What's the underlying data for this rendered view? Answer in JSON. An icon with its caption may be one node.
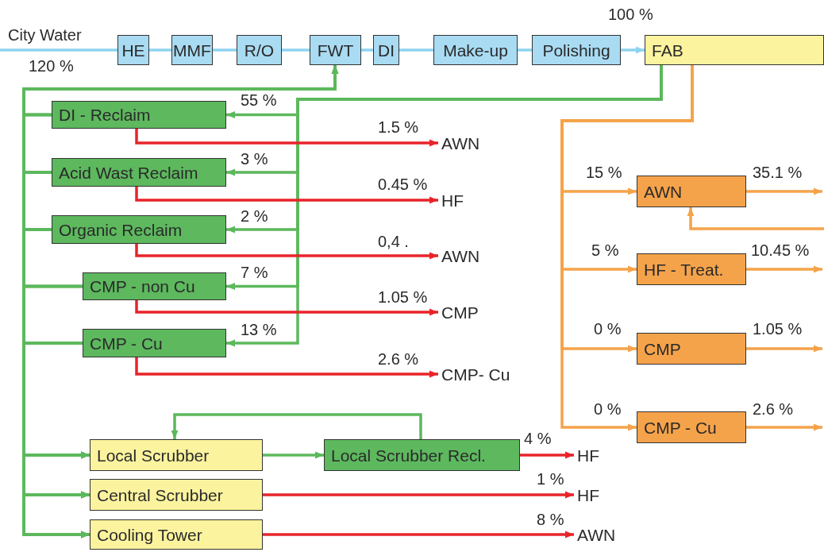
{
  "diagram": {
    "nodes": [
      {
        "text": [
          "HE"
        ]
      },
      {
        "text": [
          "MMF"
        ]
      },
      {
        "text": [
          "R/O"
        ]
      },
      {
        "text": [
          "FWT"
        ]
      },
      {
        "text": [
          "DI"
        ]
      },
      {
        "text": [
          "Make-up"
        ]
      },
      {
        "text": [
          "Polishing"
        ]
      },
      {
        "text": [
          "FAB"
        ]
      },
      {
        "text": [
          "DI - Reclaim"
        ]
      },
      {
        "text": [
          "Acid Wast Reclaim"
        ]
      },
      {
        "text": [
          "Organic Reclaim"
        ]
      },
      {
        "text": [
          "CMP - non Cu"
        ]
      },
      {
        "text": [
          "CMP - Cu"
        ]
      },
      {
        "text": [
          "AWN"
        ]
      },
      {
        "text": [
          "HF"
        ]
      },
      {
        "text": [
          "AWN"
        ]
      },
      {
        "text": [
          "CMP"
        ]
      },
      {
        "text": [
          "CMP- Cu"
        ]
      },
      {
        "text": [
          "AWN"
        ]
      },
      {
        "text": [
          "HF - Treat."
        ]
      },
      {
        "text": [
          "CMP"
        ]
      },
      {
        "text": [
          "CMP - Cu"
        ]
      },
      {
        "text": [
          "Local Scrubber"
        ]
      },
      {
        "text": [
          "Local Scrubber Recl."
        ]
      },
      {
        "text": [
          "Central Scrubber"
        ]
      },
      {
        "text": [
          "Cooling Tower"
        ]
      },
      {
        "text": [
          "HF"
        ]
      },
      {
        "text": [
          "HF"
        ]
      },
      {
        "text": [
          "AWN"
        ]
      }
    ],
    "edges": [
      {
        "from": null,
        "to": 0,
        "arrow": "none",
        "color": "#8fd3f0"
      },
      {
        "from": 0,
        "to": 1,
        "arrow": "none",
        "color": "#8fd3f0"
      },
      {
        "from": 1,
        "to": 2,
        "arrow": "none",
        "color": "#8fd3f0"
      },
      {
        "from": 2,
        "to": 3,
        "arrow": "none",
        "color": "#8fd3f0"
      },
      {
        "from": 3,
        "to": 4,
        "arrow": "none",
        "color": "#8fd3f0"
      },
      {
        "from": 4,
        "to": 5,
        "arrow": "none",
        "color": "#8fd3f0"
      },
      {
        "from": 5,
        "to": 6,
        "arrow": "none",
        "color": "#8fd3f0"
      },
      {
        "from": 6,
        "to": 7,
        "arrow": "to",
        "color": "#8fd3f0"
      },
      {
        "from": 7,
        "to": 8,
        "arrow": "to",
        "label": "55 %"
      },
      {
        "from": 7,
        "to": 9,
        "arrow": "to",
        "label": "3 %"
      },
      {
        "from": 7,
        "to": 10,
        "arrow": "to",
        "label": "2 %"
      },
      {
        "from": 7,
        "to": 11,
        "arrow": "to",
        "label": "7 %"
      },
      {
        "from": 7,
        "to": 12,
        "arrow": "to",
        "label": "13 %"
      },
      {
        "from": 8,
        "to": 13,
        "arrow": "to",
        "label": "1.5 %",
        "color": "#e8242a"
      },
      {
        "from": 9,
        "to": 14,
        "arrow": "to",
        "label": "0.45 %",
        "color": "#e8242a"
      },
      {
        "from": 10,
        "to": 15,
        "arrow": "to",
        "label": "0,4 .",
        "color": "#e8242a"
      },
      {
        "from": 11,
        "to": 16,
        "arrow": "to",
        "label": "1.05 %",
        "color": "#e8242a"
      },
      {
        "from": 12,
        "to": 17,
        "arrow": "to",
        "label": "2.6 %",
        "color": "#e8242a"
      },
      {
        "from": 8,
        "to": 3,
        "arrow": "to"
      },
      {
        "from": 9,
        "to": 3,
        "arrow": "to"
      },
      {
        "from": 10,
        "to": 3,
        "arrow": "to"
      },
      {
        "from": 11,
        "to": 3,
        "arrow": "to"
      },
      {
        "from": 12,
        "to": 3,
        "arrow": "to"
      },
      {
        "from": 8,
        "to": 22,
        "arrow": "to"
      },
      {
        "from": 9,
        "to": 22,
        "arrow": "to"
      },
      {
        "from": 10,
        "to": 22,
        "arrow": "to"
      },
      {
        "from": 11,
        "to": 22,
        "arrow": "to"
      },
      {
        "from": 12,
        "to": 22,
        "arrow": "to"
      },
      {
        "from": 8,
        "to": 24,
        "arrow": "to"
      },
      {
        "from": 9,
        "to": 24,
        "arrow": "to"
      },
      {
        "from": 10,
        "to": 24,
        "arrow": "to"
      },
      {
        "from": 11,
        "to": 24,
        "arrow": "to"
      },
      {
        "from": 12,
        "to": 24,
        "arrow": "to"
      },
      {
        "from": 8,
        "to": 25,
        "arrow": "to"
      },
      {
        "from": 9,
        "to": 25,
        "arrow": "to"
      },
      {
        "from": 10,
        "to": 25,
        "arrow": "to"
      },
      {
        "from": 11,
        "to": 25,
        "arrow": "to"
      },
      {
        "from": 12,
        "to": 25,
        "arrow": "to"
      },
      {
        "from": 7,
        "to": 18,
        "arrow": "to",
        "label": "15 %",
        "color": "#f5a34a"
      },
      {
        "from": 7,
        "to": 19,
        "arrow": "to",
        "label": "5 %",
        "color": "#f5a34a"
      },
      {
        "from": 7,
        "to": 20,
        "arrow": "to",
        "label": "0 %",
        "color": "#f5a34a"
      },
      {
        "from": 7,
        "to": 21,
        "arrow": "to",
        "label": "0 %",
        "color": "#f5a34a"
      },
      {
        "from": 18,
        "to": null,
        "arrow": "to",
        "label": "35.1 %",
        "color": "#f5a34a"
      },
      {
        "from": 19,
        "to": null,
        "arrow": "to",
        "label": "10.45 %",
        "color": "#f5a34a"
      },
      {
        "from": 20,
        "to": null,
        "arrow": "to",
        "label": "1.05 %",
        "color": "#f5a34a"
      },
      {
        "from": 21,
        "to": null,
        "arrow": "to",
        "label": "2.6 %",
        "color": "#f5a34a"
      },
      {
        "from": null,
        "to": 18,
        "arrow": "to",
        "color": "#f5a34a"
      },
      {
        "from": 22,
        "to": 23,
        "arrow": "to"
      },
      {
        "from": 23,
        "to": 22,
        "arrow": "to"
      },
      {
        "from": 23,
        "to": 26,
        "arrow": "to",
        "label": "4 %",
        "color": "#e8242a"
      },
      {
        "from": 24,
        "to": 27,
        "arrow": "to",
        "label": "1 %",
        "color": "#e8242a"
      },
      {
        "from": 25,
        "to": 28,
        "arrow": "to",
        "label": "8 %",
        "color": "#e8242a"
      }
    ],
    "labels": [
      "City Water",
      "120 %",
      "100 %"
    ]
  }
}
